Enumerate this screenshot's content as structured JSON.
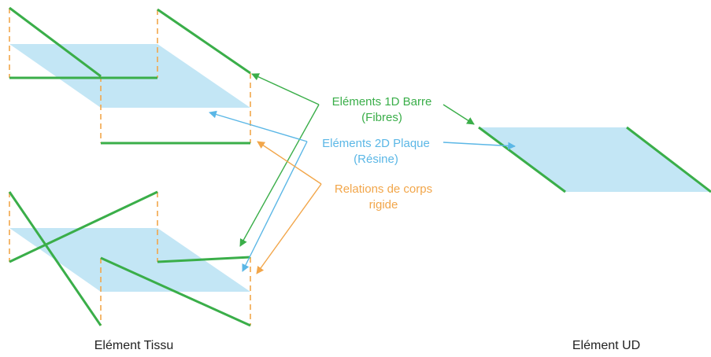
{
  "colors": {
    "fibre": "#3aae49",
    "resin": "#5bb7e6",
    "plate_fill": "#c3e6f5",
    "rigid": "#f2a64a",
    "caption": "#222222"
  },
  "labels": {
    "fibres_line1": "Eléments 1D Barre",
    "fibres_line2": "(Fibres)",
    "resin_line1": "Eléments 2D Plaque",
    "resin_line2": "(Résine)",
    "rigid_line1": "Relations de corps",
    "rigid_line2": "rigide"
  },
  "captions": {
    "tissu": "Elément Tissu",
    "ud": "Elément UD"
  }
}
